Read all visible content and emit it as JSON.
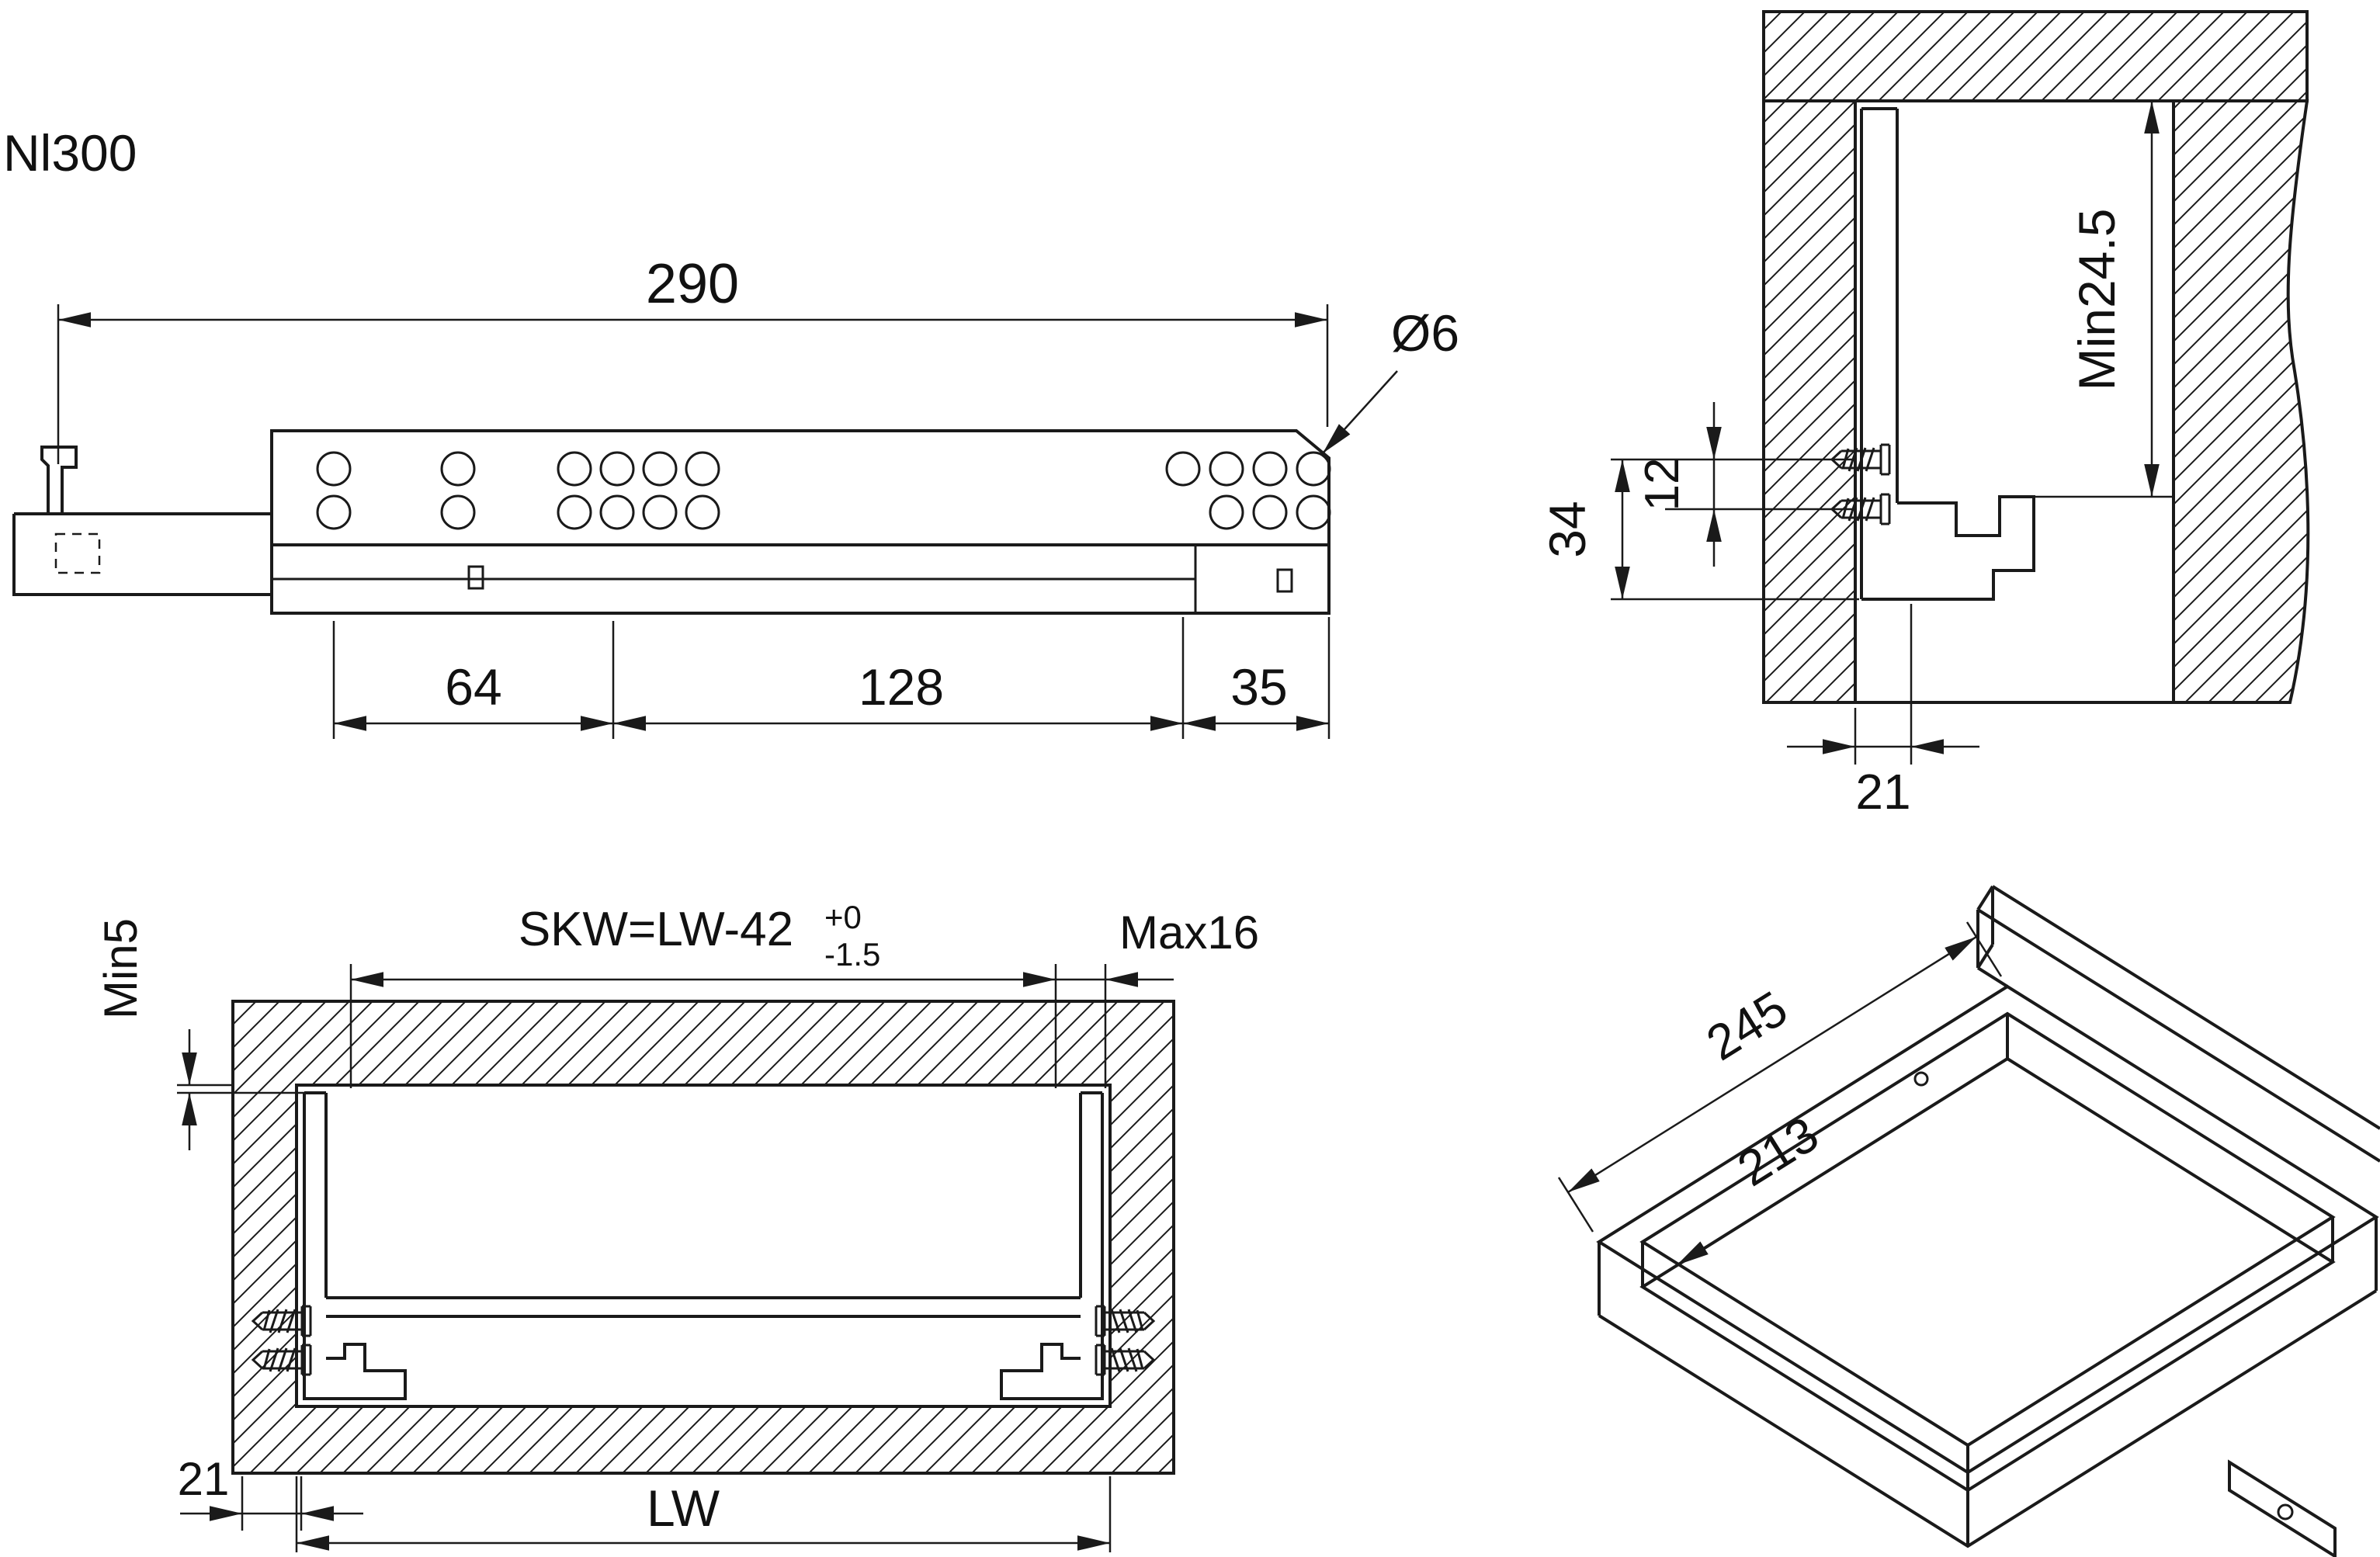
{
  "title": "Nl300",
  "colors": {
    "line": "#1a1a1a",
    "background": "#ffffff"
  },
  "views": {
    "side": {
      "total_length": "290",
      "hole_diameter": "Ø6",
      "hole_spacing_front": "64",
      "hole_spacing_middle": "128",
      "hole_spacing_rear": "35"
    },
    "section": {
      "min_clearance": "Min24.5",
      "screw_spacing": "12",
      "mounting_height": "34",
      "setback": "21"
    },
    "front": {
      "skw_formula": "SKW=LW-42",
      "skw_tol_upper": "+0",
      "skw_tol_lower": "-1.5",
      "panel_thickness_max": "Max16",
      "top_gap_min": "Min5",
      "side_offset": "21",
      "inner_width": "LW"
    },
    "iso": {
      "runner_length": "245",
      "inner_depth": "213"
    }
  }
}
